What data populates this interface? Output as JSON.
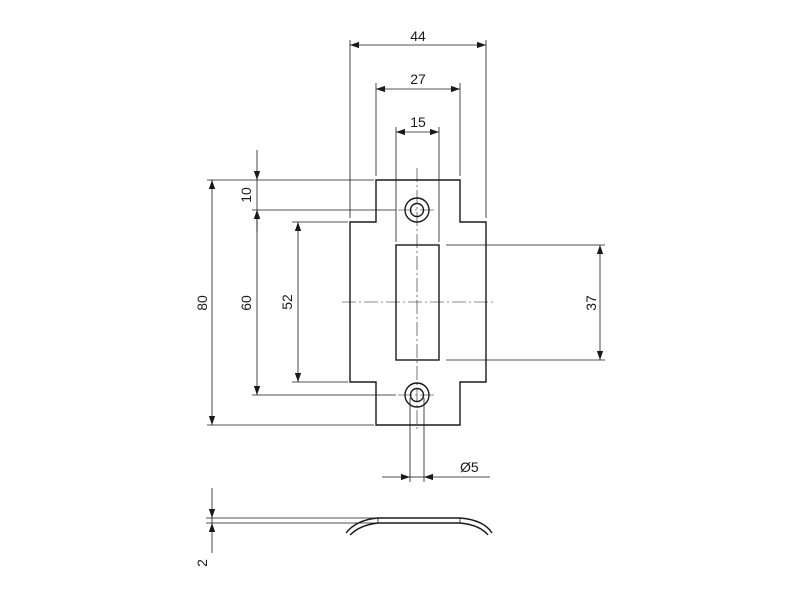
{
  "drawing": {
    "dimensions": {
      "overall_width": "44",
      "mid_width": "27",
      "screw_spacing": "15",
      "top_offset": "10",
      "overall_height": "80",
      "screw_centers": "60",
      "middle_height": "52",
      "slot_height": "37",
      "hole_diameter": "Ø5",
      "thickness": "2"
    }
  }
}
